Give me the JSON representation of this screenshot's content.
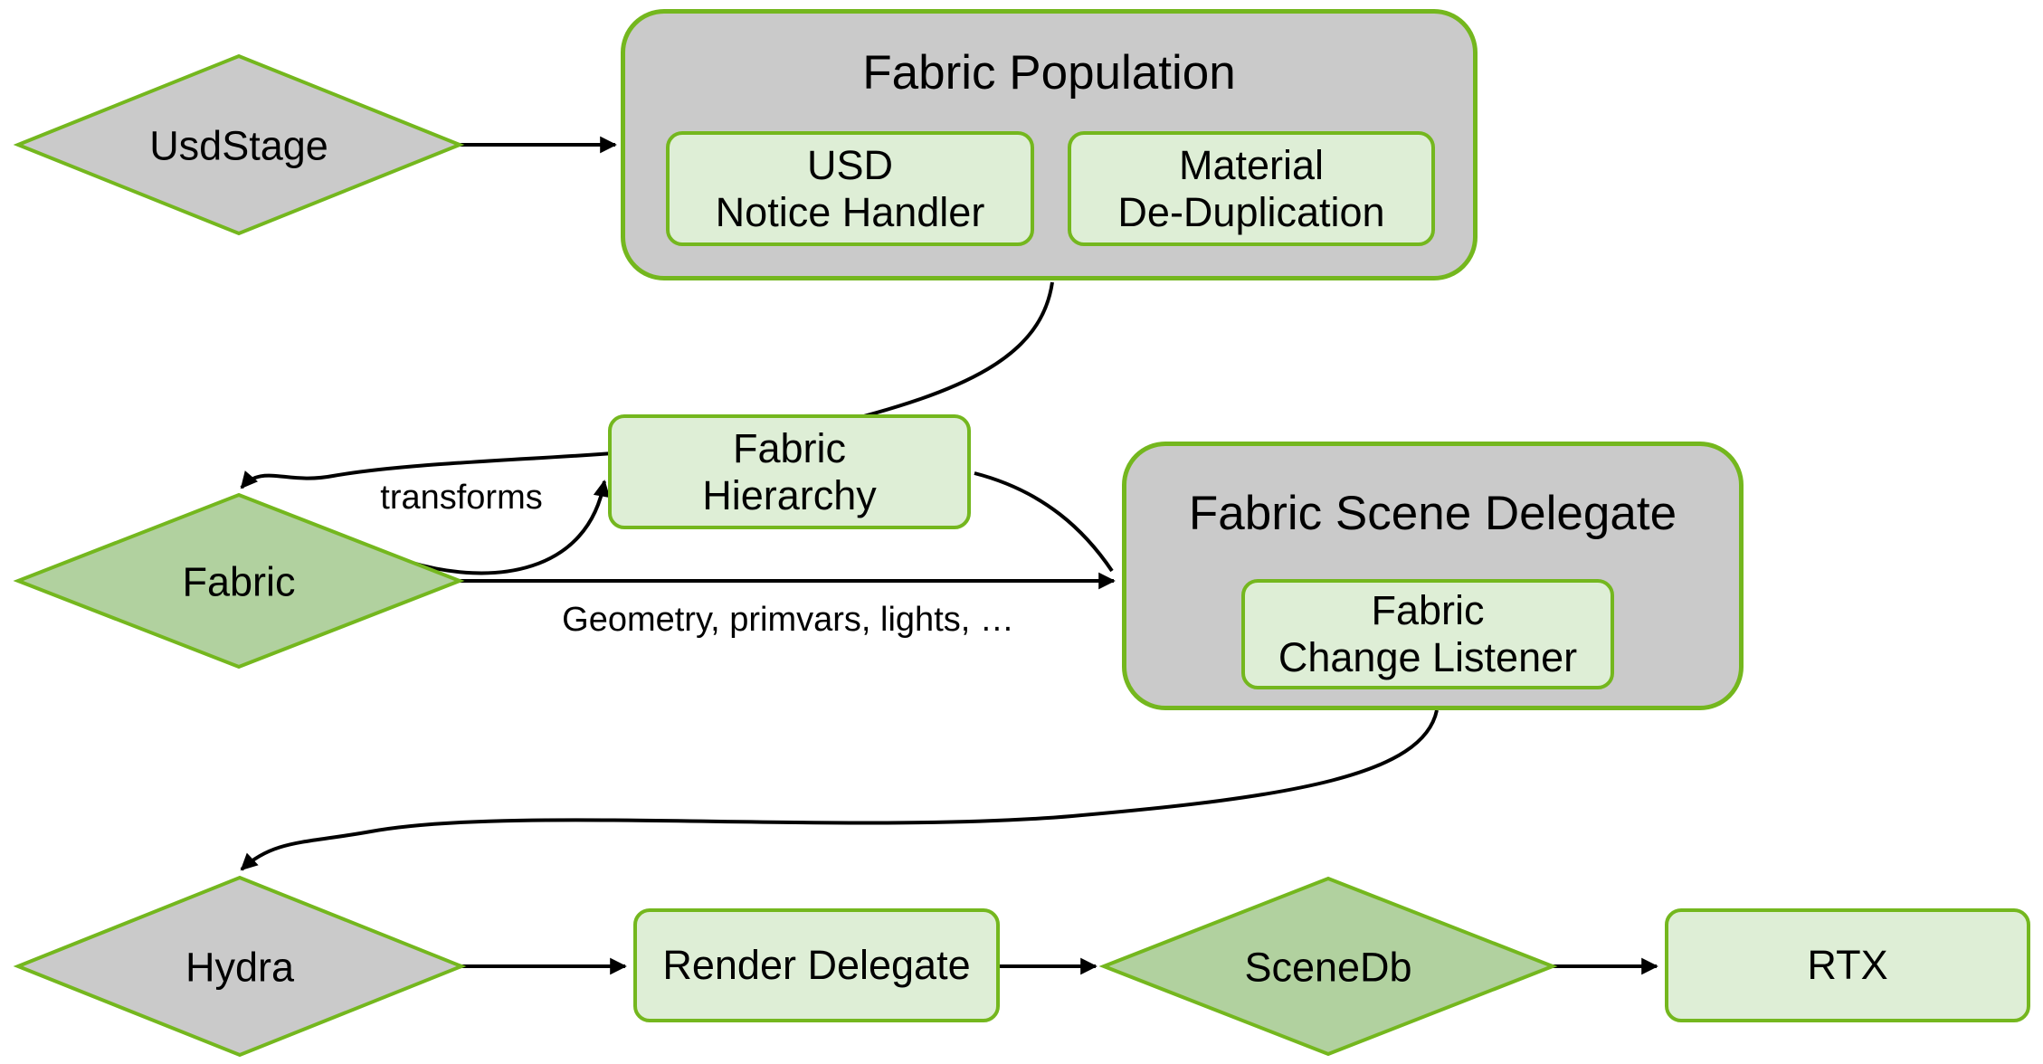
{
  "palette": {
    "bg": "#ffffff",
    "stroke-green": "#74b71e",
    "gray-fill": "#cacaca",
    "light-green-fill": "#deeed6",
    "mid-green-fill": "#b1d19f",
    "ink": "#000000"
  },
  "nodes": {
    "usd_stage": {
      "label": "UsdStage",
      "shape": "diamond",
      "fill": "gray"
    },
    "fabric_population": {
      "title": "Fabric Population",
      "shape": "container",
      "fill": "gray"
    },
    "usd_notice_handler": {
      "lines": [
        "USD",
        "Notice Handler"
      ],
      "shape": "rounded-box",
      "fill": "light-green"
    },
    "material_dedup": {
      "lines": [
        "Material",
        "De-Duplication"
      ],
      "shape": "rounded-box",
      "fill": "light-green"
    },
    "fabric": {
      "label": "Fabric",
      "shape": "diamond",
      "fill": "mid-green"
    },
    "fabric_hierarchy": {
      "lines": [
        "Fabric",
        "Hierarchy"
      ],
      "shape": "rounded-box",
      "fill": "light-green"
    },
    "fabric_scene_delegate": {
      "title": "Fabric Scene Delegate",
      "shape": "container",
      "fill": "gray"
    },
    "fabric_change_listener": {
      "lines": [
        "Fabric",
        "Change Listener"
      ],
      "shape": "rounded-box",
      "fill": "light-green"
    },
    "hydra": {
      "label": "Hydra",
      "shape": "diamond",
      "fill": "gray"
    },
    "render_delegate": {
      "label": "Render Delegate",
      "shape": "rounded-box",
      "fill": "light-green"
    },
    "scene_db": {
      "label": "SceneDb",
      "shape": "diamond",
      "fill": "mid-green"
    },
    "rtx": {
      "label": "RTX",
      "shape": "rounded-box",
      "fill": "light-green"
    }
  },
  "edges": [
    {
      "from": "UsdStage",
      "to": "Fabric Population",
      "label": ""
    },
    {
      "from": "Fabric Population",
      "to": "Fabric",
      "label": ""
    },
    {
      "from": "Fabric",
      "to": "Fabric Hierarchy",
      "label": "transforms"
    },
    {
      "from": "Fabric",
      "to": "Fabric Scene Delegate",
      "label": "Geometry, primvars, lights, …"
    },
    {
      "from": "Fabric Hierarchy",
      "to": "Fabric Scene Delegate",
      "label": ""
    },
    {
      "from": "Fabric Scene Delegate",
      "to": "Hydra",
      "label": ""
    },
    {
      "from": "Hydra",
      "to": "Render Delegate",
      "label": ""
    },
    {
      "from": "Render Delegate",
      "to": "SceneDb",
      "label": ""
    },
    {
      "from": "SceneDb",
      "to": "RTX",
      "label": ""
    }
  ]
}
